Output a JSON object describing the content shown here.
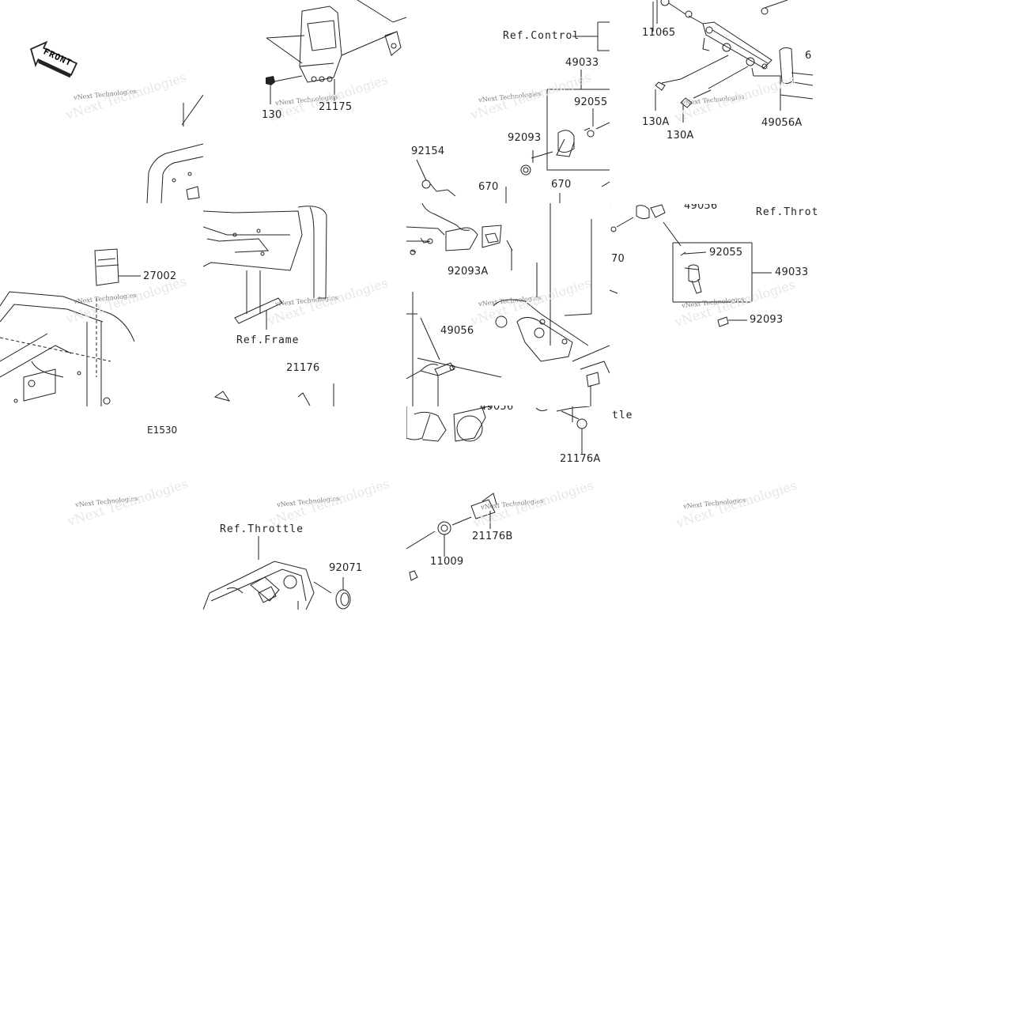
{
  "diagram_code": "E1530",
  "front_label": "FRONT",
  "watermark": "vNext Technologies",
  "refs": {
    "control": "Ref.Control",
    "frame": "Ref.Frame",
    "throttle_a": "Ref.Throt",
    "throttle_b": "Ref.Throttle",
    "throttle_c": "tle"
  },
  "parts": {
    "p130": "130",
    "p21175": "21175",
    "p27002": "27002",
    "p21176": "21176",
    "p49033_top": "49033",
    "p92055_top": "92055",
    "p92093_top": "92093",
    "p92154": "92154",
    "p670_a": "670",
    "p670_b": "670",
    "p92093A": "92093A",
    "p49056_mid": "49056",
    "p49056_cut": "49056",
    "p11065": "11065",
    "p130A_a": "130A",
    "p130A_b": "130A",
    "p49056A": "49056A",
    "p6_cut": "6",
    "p49056_right": "49056",
    "p70_cut": "70",
    "p92055_right": "92055",
    "p49033_right": "49033",
    "p92093_right": "92093",
    "p21176A": "21176A",
    "p92071": "92071",
    "p11009": "11009",
    "p21176B": "21176B"
  }
}
